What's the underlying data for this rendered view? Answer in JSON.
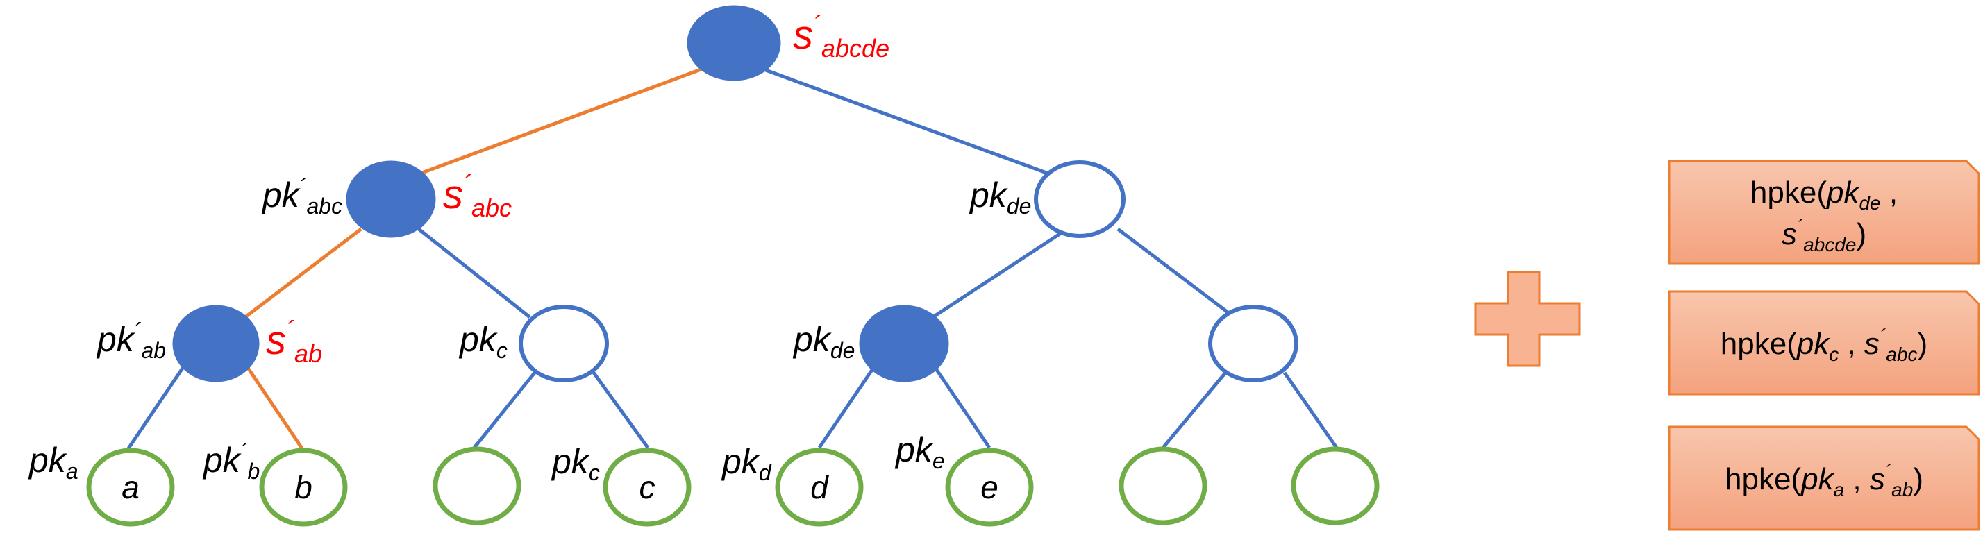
{
  "colors": {
    "node_fill": "#4472c4",
    "node_stroke": "#4472c4",
    "leaf_stroke": "#70ad47",
    "edge_blue": "#4472c4",
    "edge_orange": "#ed7d31",
    "secret_label": "#ff0000",
    "box_fill_top": "#f8c6ad",
    "box_fill_bottom": "#f4a27e",
    "box_stroke": "#ed7d31",
    "plus_fill": "#f7b392"
  },
  "nodes": {
    "root": {
      "secret": {
        "base": "s",
        "prime": "´",
        "sub": "abcde"
      }
    },
    "abc": {
      "pk": {
        "base": "pk",
        "prime": "´",
        "sub": "abc"
      },
      "secret": {
        "base": "s",
        "prime": "´",
        "sub": "abc"
      }
    },
    "de_top": {
      "pk": {
        "base": "pk",
        "sub": "de"
      }
    },
    "ab": {
      "pk": {
        "base": "pk",
        "prime": "´",
        "sub": "ab"
      },
      "secret": {
        "base": "s",
        "prime": "´",
        "sub": "ab"
      }
    },
    "c": {
      "pk": {
        "base": "pk",
        "sub": "c"
      }
    },
    "de": {
      "pk": {
        "base": "pk",
        "sub": "de"
      }
    },
    "leaf_a": {
      "text": "a",
      "pk": {
        "base": "pk",
        "sub": "a"
      }
    },
    "leaf_b": {
      "text": "b",
      "pk": {
        "base": "pk",
        "prime": "´",
        "sub": "b"
      }
    },
    "leaf_c": {
      "text": "c",
      "pk": {
        "base": "pk",
        "sub": "c"
      }
    },
    "leaf_d": {
      "text": "d",
      "pk": {
        "base": "pk",
        "sub": "d"
      }
    },
    "leaf_e": {
      "text": "e",
      "pk": {
        "base": "pk",
        "sub": "e"
      }
    }
  },
  "boxes": [
    {
      "line1": {
        "pre": "hpke(",
        "key": "pk",
        "key_sub": "de",
        "post": " ,"
      },
      "line2": {
        "sec": "s",
        "sec_prime": "´",
        "sec_sub": "abcde",
        "close": ")"
      }
    },
    {
      "pre": "hpke(",
      "key": "pk",
      "key_sub": "c",
      "mid": " , ",
      "sec": "s",
      "sec_prime": "´",
      "sec_sub": "abc",
      "close": ")"
    },
    {
      "pre": "hpke(",
      "key": "pk",
      "key_sub": "a",
      "mid": " , ",
      "sec": "s",
      "sec_prime": "´",
      "sec_sub": "ab",
      "close": ")"
    }
  ]
}
